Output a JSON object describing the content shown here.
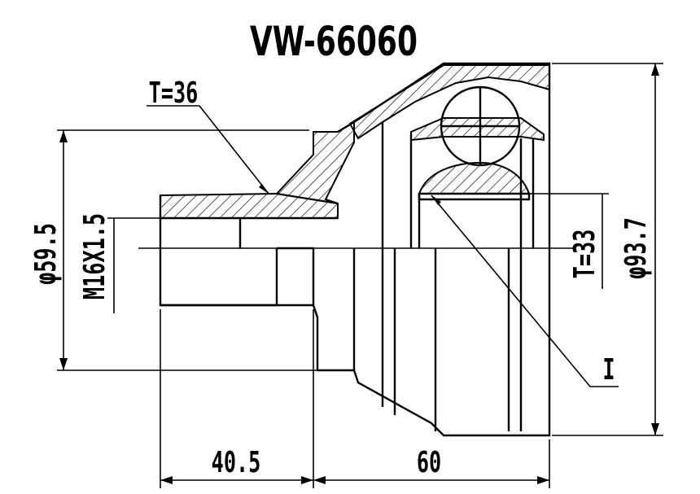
{
  "title": "VW-66060",
  "labels": {
    "thread_length_t": "T=36",
    "spline_t": "T=33",
    "outer_diameter": "φ59.5",
    "thread_spec": "M16X1.5",
    "housing_diameter": "φ93.7",
    "length_stem": "40.5",
    "length_body": "60",
    "marker": "I"
  },
  "colors": {
    "line": "#000000",
    "background": "#ffffff"
  }
}
